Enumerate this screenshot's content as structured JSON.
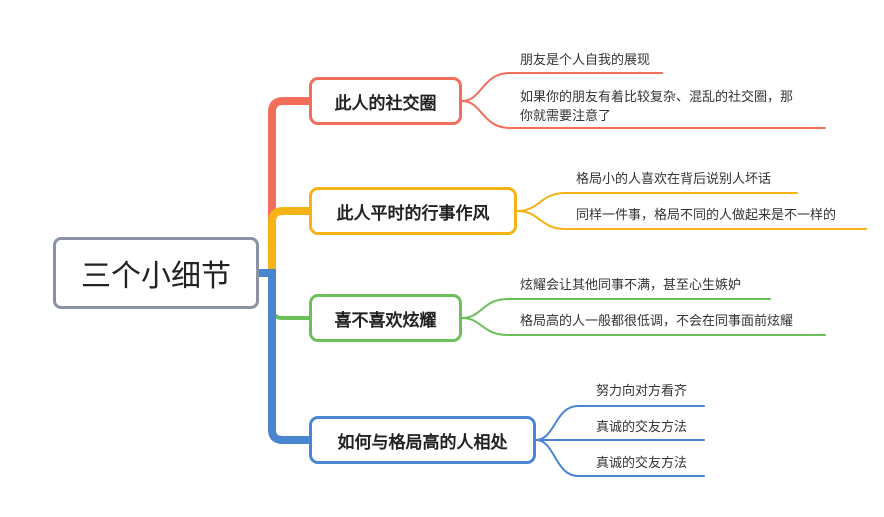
{
  "root": {
    "label": "三个小细节"
  },
  "colors": {
    "red": "#f26d5b",
    "orange": "#f5b316",
    "green": "#6cc05c",
    "blue": "#4a86d0",
    "root_border": "#8a93a3"
  },
  "branches": [
    {
      "label": "此人的社交圈",
      "color": "red",
      "leaves": [
        {
          "text": "朋友是个人自我的展现"
        },
        {
          "line1": "如果你的朋友有着比较复杂、混乱的社交圈，那",
          "line2": "你就需要注意了"
        }
      ]
    },
    {
      "label": "此人平时的行事作风",
      "color": "orange",
      "leaves": [
        {
          "text": "格局小的人喜欢在背后说别人坏话"
        },
        {
          "text": "同样一件事，格局不同的人做起来是不一样的"
        }
      ]
    },
    {
      "label": "喜不喜欢炫耀",
      "color": "green",
      "leaves": [
        {
          "text": "炫耀会让其他同事不满，甚至心生嫉妒"
        },
        {
          "text": "格局高的人一般都很低调，不会在同事面前炫耀"
        }
      ]
    },
    {
      "label": "如何与格局高的人相处",
      "color": "blue",
      "leaves": [
        {
          "text": "努力向对方看齐"
        },
        {
          "text": "真诚的交友方法"
        },
        {
          "text": "真诚的交友方法"
        }
      ]
    }
  ]
}
